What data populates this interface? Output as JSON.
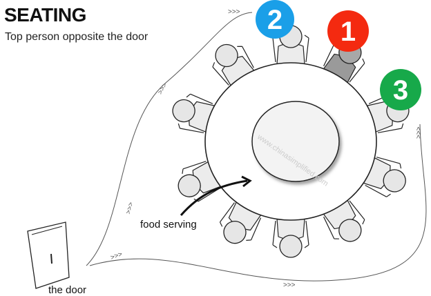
{
  "title": "SEATING",
  "subtitle": "Top person opposite the door",
  "labels": {
    "food_serving": "food serving",
    "door": "the door"
  },
  "watermark": "www.chinasimplified.com",
  "badges": [
    {
      "number": "2",
      "color": "#1a9fe8"
    },
    {
      "number": "1",
      "color": "#f42a10"
    },
    {
      "number": "3",
      "color": "#17a94a"
    }
  ],
  "seats": 10,
  "highlighted_seat_color": "#9a9a9a"
}
